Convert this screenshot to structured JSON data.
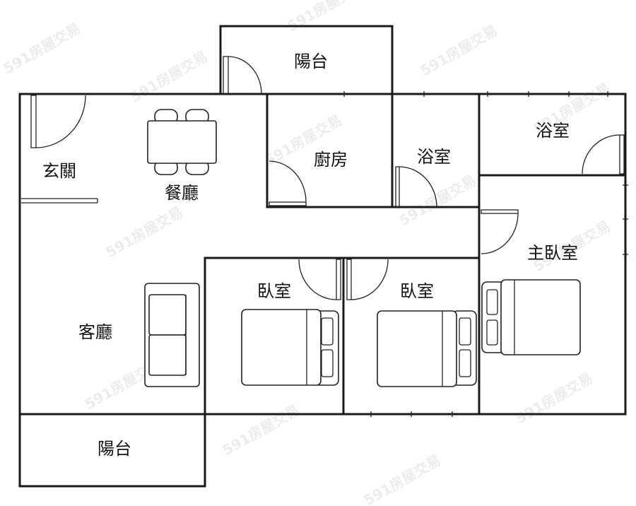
{
  "plan": {
    "rooms": {
      "balcony_top": "陽台",
      "entrance": "玄關",
      "dining": "餐廳",
      "kitchen": "廚房",
      "bathroom_1": "浴室",
      "bathroom_2": "浴室",
      "master_bedroom": "主臥室",
      "bedroom_1": "臥室",
      "bedroom_2": "臥室",
      "living_room": "客廳",
      "balcony_bottom": "陽台"
    },
    "watermark": "591房屋交易"
  },
  "colors": {
    "wall": "#1a1a1a",
    "background": "#ffffff"
  }
}
